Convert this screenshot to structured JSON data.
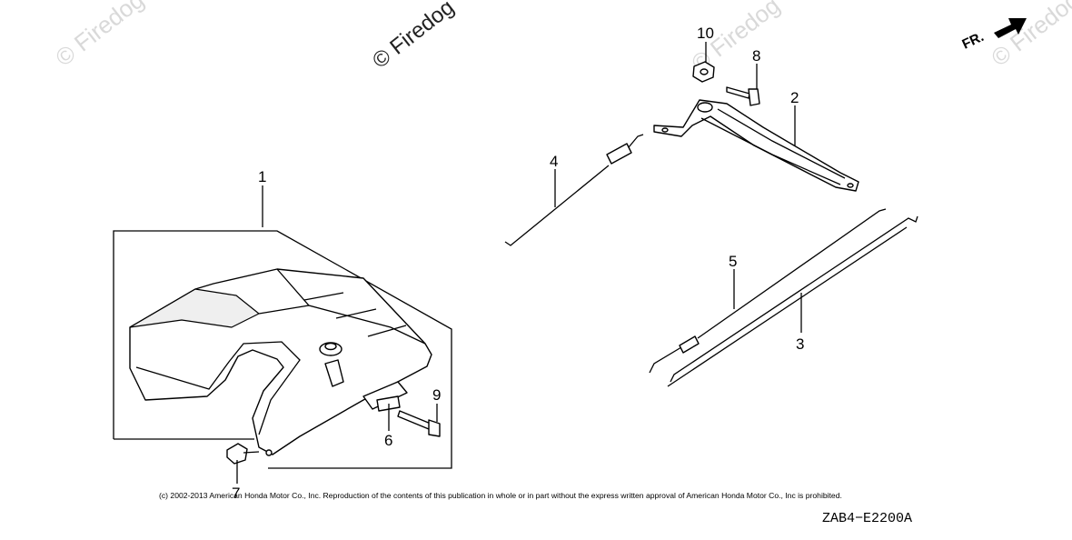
{
  "watermarks": [
    "© Firedog",
    "© Firedog",
    "© Firedog",
    "© Firedog"
  ],
  "direction_label": "FR.",
  "callouts": {
    "part_1": "1",
    "part_2": "2",
    "part_3": "3",
    "part_4": "4",
    "part_5": "5",
    "part_6": "6",
    "part_7": "7",
    "part_8": "8",
    "part_9": "9",
    "part_10": "10"
  },
  "copyright": "(c) 2002-2013 American Honda Motor Co., Inc. Reproduction of the contents of this publication in whole or in part without the express written approval of American Honda Motor Co., Inc is prohibited.",
  "diagram_code": "ZAB4−E2200A"
}
